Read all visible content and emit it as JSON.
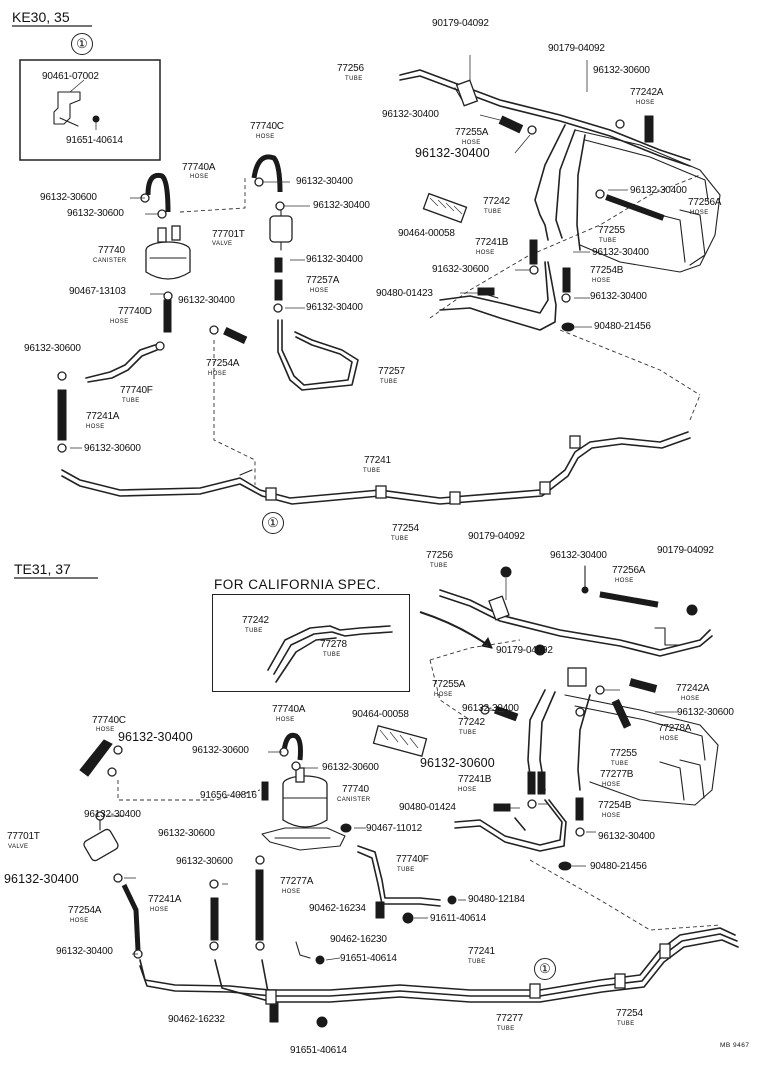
{
  "sections": {
    "top_title": "KE30, 35",
    "bottom_title": "TE31, 37",
    "california_title": "FOR CALIFORNIA SPEC.",
    "ref_mark": "①",
    "footer": "MB 9467"
  },
  "tags": {
    "tube": "TUBE",
    "hose": "HOSE",
    "valve": "VALVE",
    "canister": "CANISTER"
  },
  "top_parts": {
    "p1": "90179-04092",
    "p2": "90179-04092",
    "p3": "77256",
    "p4": "96132-30600",
    "p5": "77242A",
    "p6": "96132-30400",
    "p7": "77255A",
    "p8": "96132-30400",
    "p9": "90461-07002",
    "p10": "91651-40614",
    "p11": "77740C",
    "p12": "77740A",
    "p13": "96132-30600",
    "p14": "96132-30400",
    "p15": "96132-30600",
    "p16": "96132-30400",
    "p17": "77701T",
    "p18": "77740",
    "p19": "96132-30400",
    "p20": "77257A",
    "p21": "90467-13103",
    "p22": "96132-30400",
    "p23": "96132-30400",
    "p24": "77740D",
    "p25": "96132-30400",
    "p26": "77242",
    "p27": "77256A",
    "p28": "90464-00058",
    "p29": "77255",
    "p30": "77241B",
    "p31": "96132-30400",
    "p32": "91632-30600",
    "p33": "77254B",
    "p34": "90480-01423",
    "p35": "96132-30400",
    "p36": "90480-21456",
    "p37": "96132-30600",
    "p38": "77254A",
    "p39": "77257",
    "p40": "77740F",
    "p41": "77241A",
    "p42": "96132-30600",
    "p43": "77241",
    "p44": "77254"
  },
  "bottom_parts": {
    "q1": "77256",
    "q2": "90179-04092",
    "q3": "96132-30400",
    "q4": "90179-04092",
    "q5": "77256A",
    "q6": "77242",
    "q7": "77278",
    "q8": "90179-04092",
    "q9": "77255A",
    "q10": "96132-30400",
    "q11": "77242A",
    "q12": "96132-30600",
    "q13": "90464-00058",
    "q14": "77242",
    "q15": "77278A",
    "q16": "77740C",
    "q17": "77740A",
    "q18": "96132-30400",
    "q19": "96132-30600",
    "q20": "96132-30600",
    "q21": "77255",
    "q22": "96132-30600",
    "q23": "77277B",
    "q24": "91656-40816",
    "q25": "77740",
    "q26": "77241B",
    "q27": "96132-30400",
    "q28": "90480-01424",
    "q29": "77254B",
    "q30": "96132-30600",
    "q31": "90467-11012",
    "q32": "96132-30400",
    "q33": "77701T",
    "q34": "96132-30600",
    "q35": "77740F",
    "q36": "90480-21456",
    "q37": "96132-30400",
    "q38": "77277A",
    "q39": "90480-12184",
    "q40": "77241A",
    "q41": "77254A",
    "q42": "90462-16234",
    "q43": "91611-40614",
    "q44": "90462-16230",
    "q45": "96132-30400",
    "q46": "91651-40614",
    "q47": "77241",
    "q48": "77277",
    "q49": "77254",
    "q50": "90462-16232",
    "q51": "91651-40614"
  }
}
